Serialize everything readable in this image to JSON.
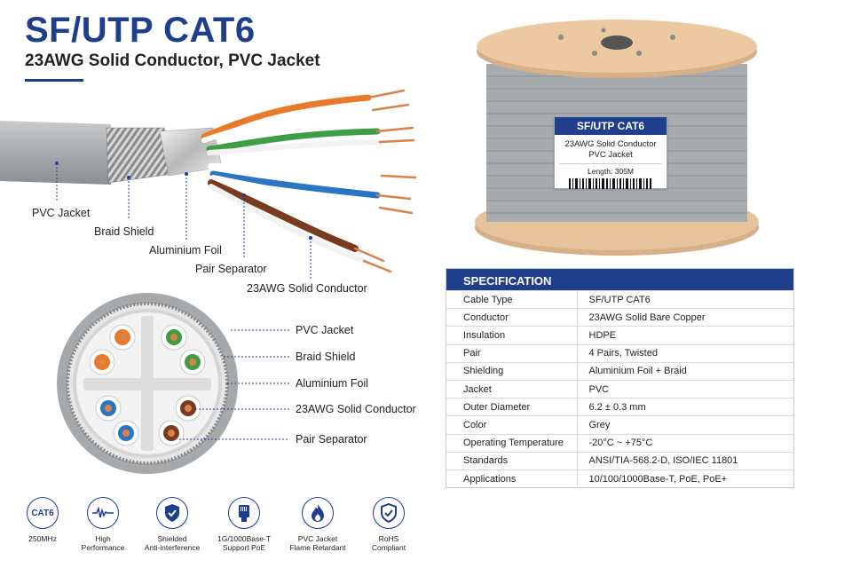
{
  "header": {
    "title": "SF/UTP CAT6",
    "subtitle": "23AWG Solid Conductor, PVC Jacket"
  },
  "cable_callouts": [
    {
      "label": "PVC Jacket"
    },
    {
      "label": "Braid Shield"
    },
    {
      "label": "Aluminium Foil"
    },
    {
      "label": "Pair Separator"
    },
    {
      "label": "23AWG Solid Conductor"
    }
  ],
  "cross_section_callouts": [
    {
      "label": "PVC Jacket"
    },
    {
      "label": "Braid Shield"
    },
    {
      "label": "Aluminium Foil"
    },
    {
      "label": "23AWG Solid Conductor"
    },
    {
      "label": "Pair Separator"
    }
  ],
  "spool_label": {
    "heading": "SF/UTP CAT6",
    "line1": "23AWG Solid Conductor",
    "line2": "PVC Jacket",
    "length": "Length: 305M"
  },
  "specification": {
    "heading": "SPECIFICATION",
    "rows": [
      {
        "key": "Cable Type",
        "value": "SF/UTP CAT6"
      },
      {
        "key": "Conductor",
        "value": "23AWG Solid Bare Copper"
      },
      {
        "key": "Insulation",
        "value": "HDPE"
      },
      {
        "key": "Pair",
        "value": "4 Pairs, Twisted"
      },
      {
        "key": "Shielding",
        "value": "Aluminium Foil + Braid"
      },
      {
        "key": "Jacket",
        "value": "PVC"
      },
      {
        "key": "Outer Diameter",
        "value": "6.2 ± 0.3 mm"
      },
      {
        "key": "Color",
        "value": "Grey"
      },
      {
        "key": "Operating Temperature",
        "value": "-20°C ~ +75°C"
      },
      {
        "key": "Standards",
        "value": "ANSI/TIA-568.2-D, ISO/IEC 11801"
      },
      {
        "key": "Applications",
        "value": "10/100/1000Base-T, PoE, PoE+"
      }
    ]
  },
  "features": [
    {
      "icon": "cat6-badge-icon",
      "badge_text": "CAT6",
      "line1": "250MHz",
      "line2": ""
    },
    {
      "icon": "waveform-icon",
      "line1": "High",
      "line2": "Performance"
    },
    {
      "icon": "shield-check-icon",
      "line1": "Shielded",
      "line2": "Anti-interference"
    },
    {
      "icon": "rj45-plug-icon",
      "line1": "1G/1000Base-T",
      "line2": "Support PoE"
    },
    {
      "icon": "flame-shield-icon",
      "line1": "PVC Jacket",
      "line2": "Flame Retardant"
    },
    {
      "icon": "rohs-shield-icon",
      "line1": "RoHS",
      "line2": "Compliant"
    }
  ],
  "colors": {
    "brand": "#1f3f8c",
    "jacket": "#a8abae",
    "orange": "#e87a2a",
    "green": "#3f9d45",
    "blue": "#2b74c4",
    "brown": "#7a3a1e",
    "copper": "#d9824c",
    "spool_wood": "#e6c39a"
  }
}
